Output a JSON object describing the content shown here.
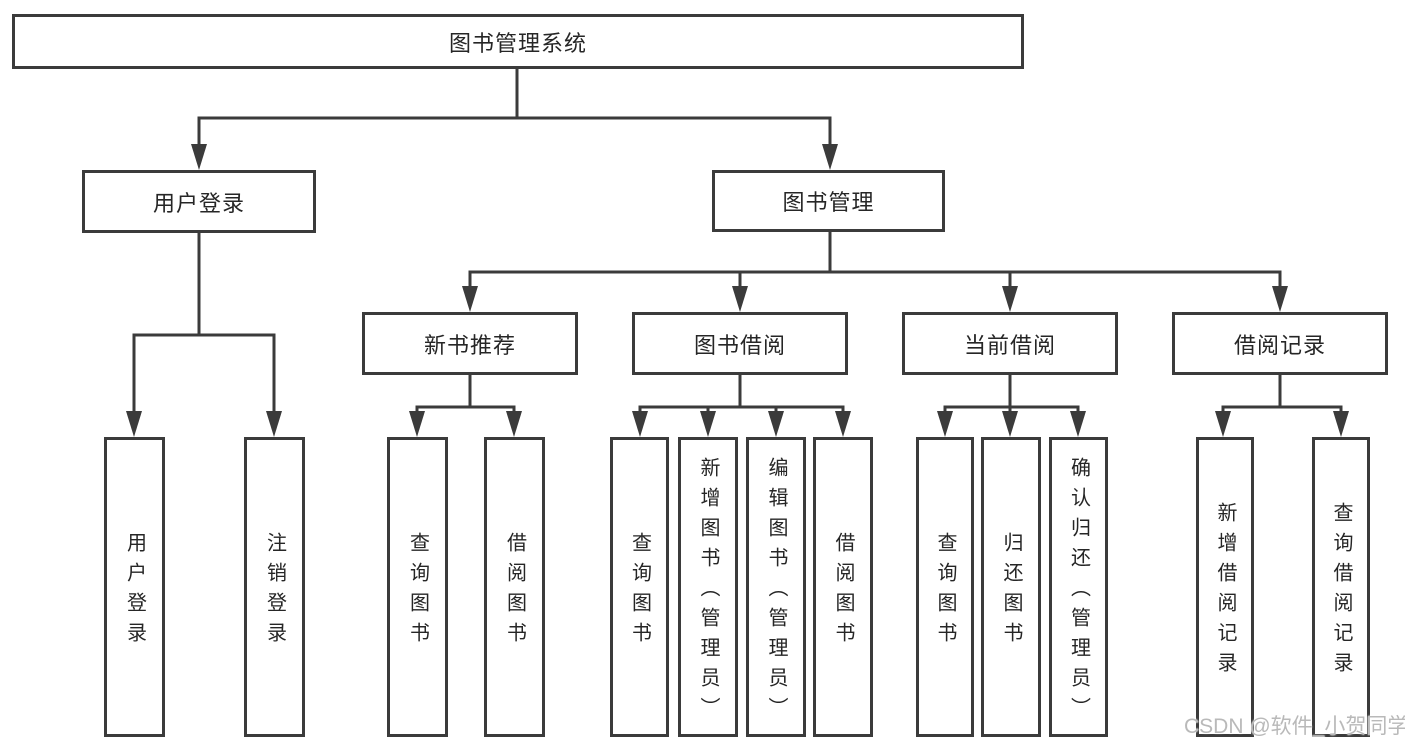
{
  "tree": {
    "root": "图书管理系统",
    "branches": [
      {
        "label": "用户登录",
        "children": [
          "用户登录",
          "注销登录"
        ]
      },
      {
        "label": "图书管理",
        "children": [
          {
            "label": "新书推荐",
            "children": [
              "查询图书",
              "借阅图书"
            ]
          },
          {
            "label": "图书借阅",
            "children": [
              "查询图书",
              "新增图书（管理员）",
              "编辑图书（管理员）",
              "借阅图书"
            ]
          },
          {
            "label": "当前借阅",
            "children": [
              "查询图书",
              "归还图书",
              "确认归还（管理员）"
            ]
          },
          {
            "label": "借阅记录",
            "children": [
              "新增借阅记录",
              "查询借阅记录"
            ]
          }
        ]
      }
    ]
  },
  "watermark": "CSDN @软件_小贺同学",
  "colors": {
    "line": "#3b3b3b",
    "box_border": "#3b3b3b",
    "box_fill": "#ffffff",
    "text": "#262626",
    "watermark": "#b9b9b9",
    "background": "#ffffff"
  }
}
